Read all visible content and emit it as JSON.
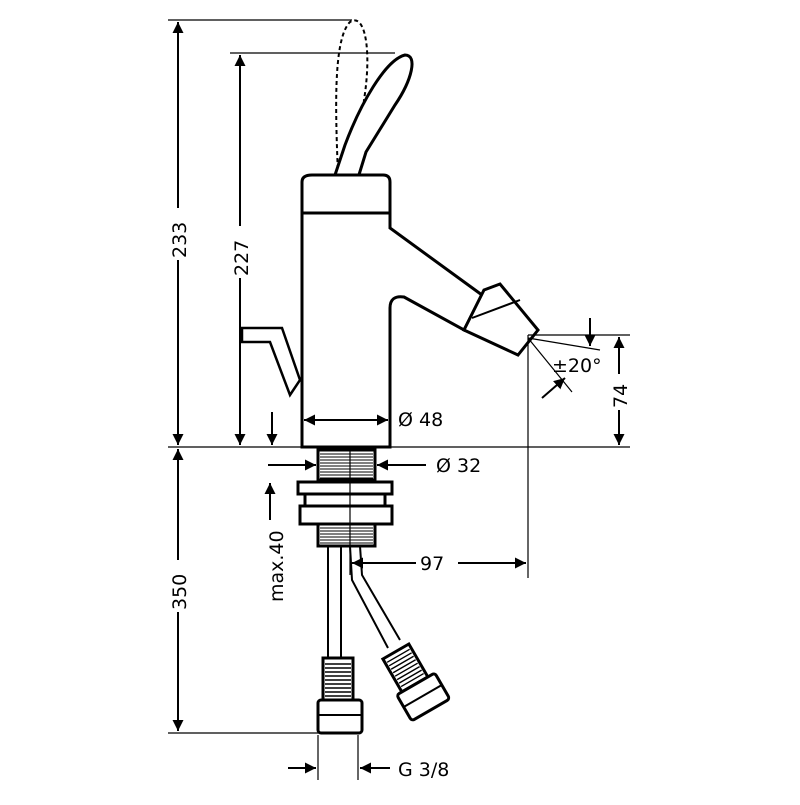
{
  "dimensions": {
    "total_height": "233",
    "lever_height": "227",
    "base_diameter": "Ø 48",
    "shank_diameter": "Ø 32",
    "max_thickness": "max.40",
    "spout_projection": "97",
    "spout_height": "74",
    "spray_angle": "±20°",
    "hose_length": "350",
    "connection": "G 3/8"
  },
  "colors": {
    "line": "#000000",
    "background": "#ffffff"
  }
}
